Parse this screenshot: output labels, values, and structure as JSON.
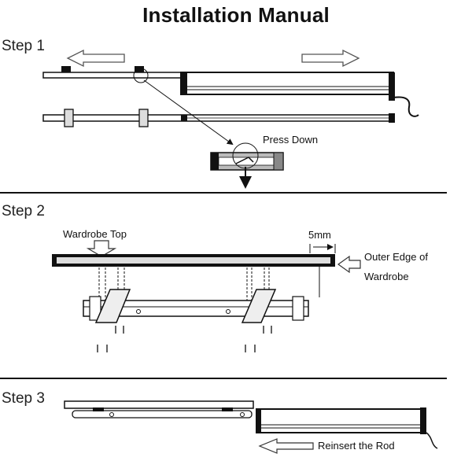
{
  "title": "Installation Manual",
  "steps": [
    {
      "label": "Step 1",
      "callouts": [
        "Press Down"
      ]
    },
    {
      "label": "Step 2",
      "callouts": [
        "Wardrobe Top",
        "5mm",
        "Outer Edge of",
        "Wardrobe"
      ]
    },
    {
      "label": "Step 3",
      "callouts": [
        "Reinsert the Rod"
      ]
    }
  ]
}
